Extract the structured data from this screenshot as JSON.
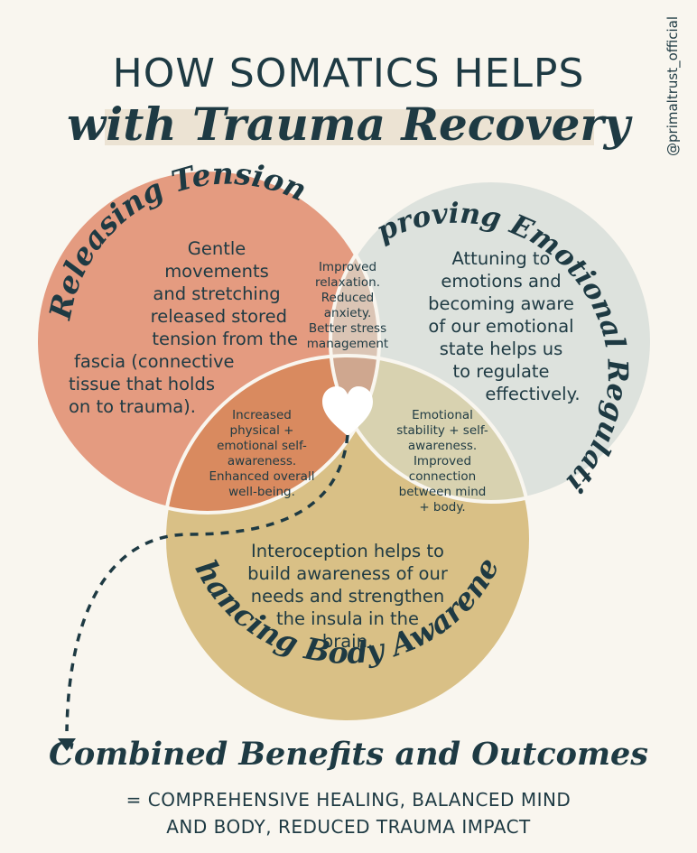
{
  "header": {
    "title_line1": "HOW SOMATICS HELPS",
    "title_line2": "with Trauma Recovery",
    "handle": "@primaltrust_official"
  },
  "circles": {
    "tension": {
      "title": "Releasing Tension",
      "body": [
        "Gentle",
        "movements",
        "and stretching",
        "released stored",
        "tension from the",
        "fascia (connective",
        "tissue that holds",
        "on to trauma)."
      ],
      "color": "#e49b80"
    },
    "emotional": {
      "title": "Improving Emotional Regulation",
      "body": [
        "Attuning to",
        "emotions and",
        "becoming aware",
        "of our emotional",
        "state helps us",
        "to regulate",
        "effectively."
      ],
      "color": "#dde2dd"
    },
    "body": {
      "title": "Enhancing Body Awareness",
      "body": [
        "Interoception helps to",
        "build awareness of our",
        "needs and strengthen",
        "the insula in the",
        "brain."
      ],
      "color": "#d9c086"
    }
  },
  "overlaps": {
    "tension_emotional": [
      "Improved",
      "relaxation.",
      "Reduced",
      "anxiety.",
      "Better stress",
      "management"
    ],
    "tension_body": [
      "Increased",
      "physical +",
      "emotional self-",
      "awareness.",
      "Enhanced overall",
      "well-being."
    ],
    "emotional_body": [
      "Emotional",
      "stability + self-",
      "awareness.",
      "Improved",
      "connection",
      "between mind",
      "+ body."
    ],
    "center_icon": "heart-icon"
  },
  "footer": {
    "combined_title": "Combined Benefits and Outcomes",
    "outcome_lines": [
      "= COMPREHENSIVE HEALING, BALANCED MIND",
      "AND BODY, REDUCED TRAUMA IMPACT"
    ]
  },
  "colors": {
    "ink": "#1e3a43",
    "background": "#f9f6ef",
    "overlap_tension_emotional": "#dbc5b5",
    "overlap_tension_body": "#d98a5f",
    "overlap_emotional_body": "#d8d2b0",
    "overlap_center": "#cfa78f"
  }
}
